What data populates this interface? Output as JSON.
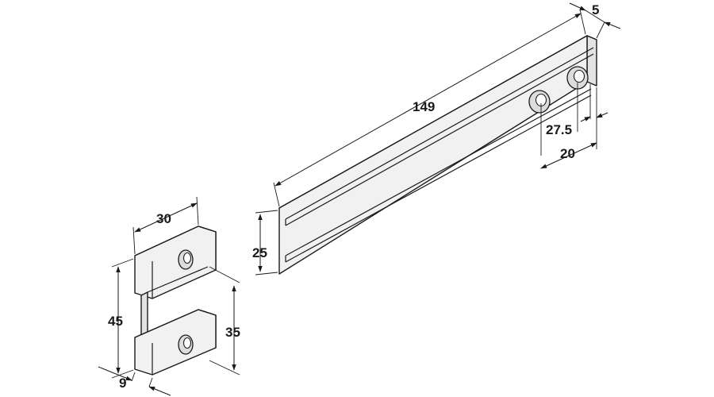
{
  "dimensions": {
    "rail_length": "149",
    "rail_thickness": "5",
    "rail_height": "25",
    "hole_offset": "27.5",
    "hole_spacing": "20",
    "bracket_width": "30",
    "bracket_height": "45",
    "bracket_slot": "35",
    "bracket_depth": "9"
  },
  "colors": {
    "line": "#1a1a1a",
    "fill": "#f1f1f1"
  }
}
